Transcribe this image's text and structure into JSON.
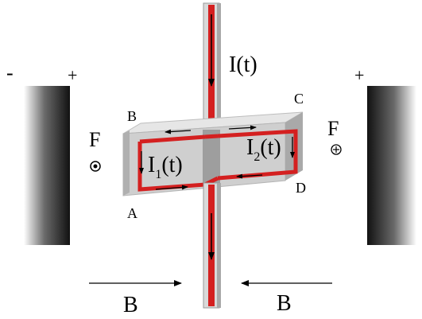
{
  "labels": {
    "left_magnet_minus": "-",
    "left_magnet_plus": "+",
    "right_magnet_plus": "+",
    "current_main": "I(t)",
    "current_1_main": "I",
    "current_1_sub": "1",
    "current_1_tail": "(t)",
    "current_2_main": "I",
    "current_2_sub": "2",
    "current_2_tail": "(t)",
    "corner_a": "A",
    "corner_b": "B",
    "corner_c": "C",
    "corner_d": "D",
    "force_left": "F",
    "force_right": "F",
    "field_left": "B",
    "field_right": "B"
  },
  "symbols": {
    "force_left": "out-of-page-dot",
    "force_right": "into-page-cross"
  },
  "colors": {
    "current": "#d42020",
    "conductor_face": "#cfcfcf",
    "conductor_top": "#e4e4e4",
    "conductor_side": "#a8a8a8",
    "magnet_dark": "#1a1a1a"
  }
}
